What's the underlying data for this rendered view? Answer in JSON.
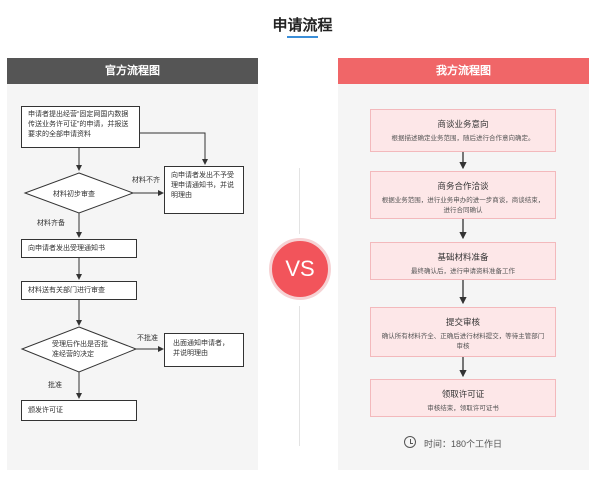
{
  "page": {
    "title": "申请流程"
  },
  "left": {
    "header": "官方流程图",
    "step1": "申请者提出经营“固定网国内数据传送业务许可证”的申请，并报送要求的全部申请资料",
    "decision1": "材料初步审查",
    "reject1_label": "材料不齐",
    "reject1_box": "向申请者发出不予受理申请通知书，并说明理由",
    "accept1_label": "材料齐备",
    "step2": "向申请者发出受理通知书",
    "step3": "材料送有关部门进行审查",
    "decision2": "受理后作出是否批准经营的决定",
    "reject2_label": "不批准",
    "reject2_box": "出面通知申请者，并说明理由",
    "accept2_label": "批准",
    "step4": "颁发许可证"
  },
  "vs_text": "VS",
  "right": {
    "header": "我方流程图",
    "steps": [
      {
        "title": "商谈业务意向",
        "desc": "根据描述确定业务范围，随后进行合作意向确定。"
      },
      {
        "title": "商务合作洽谈",
        "desc": "根据业务范围，进行业务申办的进一步商谈，商谈结束，进行合同确认"
      },
      {
        "title": "基础材料准备",
        "desc": "最终确认后，进行申请资料准备工作"
      },
      {
        "title": "提交审核",
        "desc": "确认所有材料齐全、正确后进行材料提交，等待主管部门审核"
      },
      {
        "title": "领取许可证",
        "desc": "审核结束，领取许可证书"
      }
    ],
    "time": "时间：180个工作日"
  }
}
